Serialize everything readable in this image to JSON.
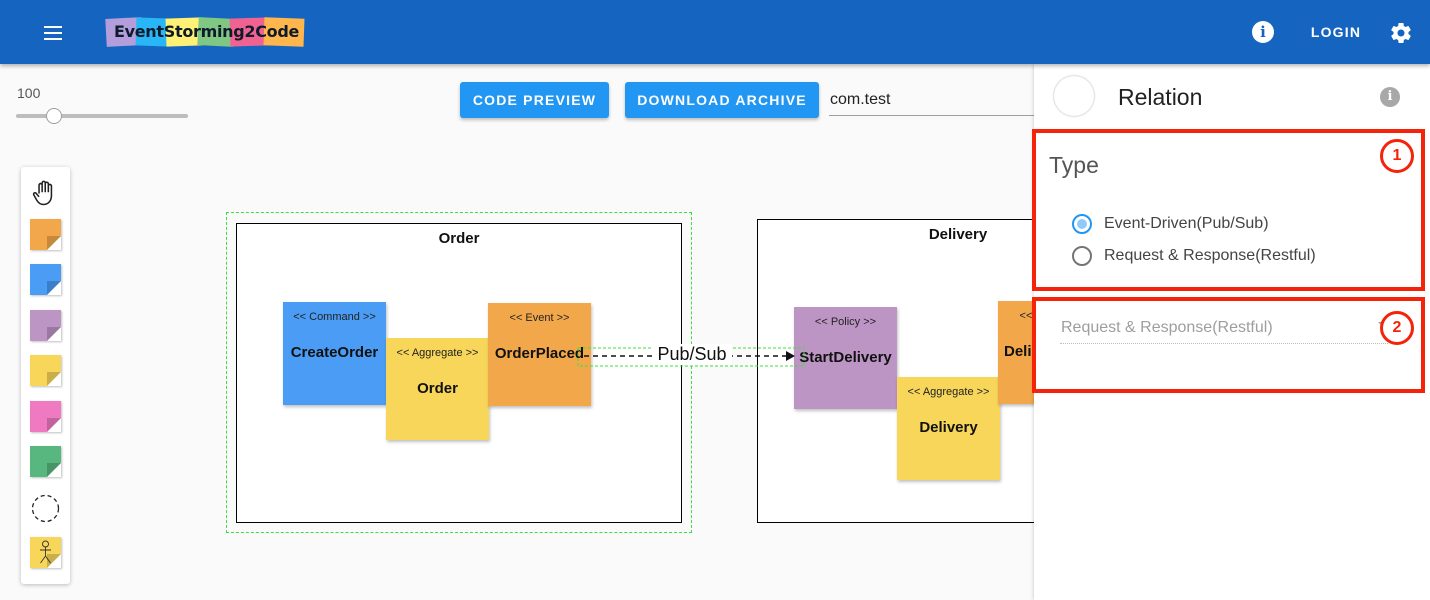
{
  "app": {
    "logo_text": "EventStorming2Code",
    "logo_colors": [
      "#b39ddb",
      "#29b6f6",
      "#fff176",
      "#81c784",
      "#f06292",
      "#ffb74d"
    ],
    "brand_color": "#1565c0",
    "login_label": "LOGIN",
    "info_icon": "info-icon",
    "settings_icon": "gear-icon",
    "menu_icon": "menu-icon"
  },
  "toolbar": {
    "zoom_value": "100",
    "zoom_fraction": 0.22,
    "code_preview_label": "CODE PREVIEW",
    "download_archive_label": "DOWNLOAD ARCHIVE",
    "package_value": "com.test"
  },
  "palette": {
    "tools": [
      "hand-icon",
      "command-sticky",
      "policy-sticky",
      "aggregate-sticky",
      "readmodel-sticky",
      "external-sticky",
      "boundedcontext-icon",
      "actor-sticky"
    ],
    "colors": {
      "event": "#f2a84a",
      "command": "#4a9cf5",
      "policy": "#bd95c5",
      "aggregate": "#f7d65a",
      "view": "#ef7ac1",
      "external": "#58b77e"
    }
  },
  "diagram": {
    "contexts": [
      {
        "name": "Order"
      },
      {
        "name": "Delivery"
      }
    ],
    "cards": [
      {
        "stereotype": "<< Command >>",
        "name": "CreateOrder",
        "color": "#4a9cf5"
      },
      {
        "stereotype": "<< Aggregate >>",
        "name": "Order",
        "color": "#f7d65a"
      },
      {
        "stereotype": "<< Event >>",
        "name": "OrderPlaced",
        "color": "#f2a84a"
      },
      {
        "stereotype": "<< Policy >>",
        "name": "StartDelivery",
        "color": "#bd95c5"
      },
      {
        "stereotype": "<< Aggregate >>",
        "name": "Delivery",
        "color": "#f7d65a"
      },
      {
        "stereotype": "<< Event >>",
        "name": "Deli",
        "color": "#f2a84a"
      }
    ],
    "relation_label": "Pub/Sub"
  },
  "panel": {
    "title": "Relation",
    "type_heading": "Type",
    "radio_options": [
      {
        "label": "Event-Driven(Pub/Sub)",
        "selected": true
      },
      {
        "label": "Request & Response(Restful)",
        "selected": false
      }
    ],
    "dropdown_value": "Request & Response(Restful)",
    "callouts": [
      "1",
      "2"
    ],
    "highlight_color": "#f4230a"
  }
}
